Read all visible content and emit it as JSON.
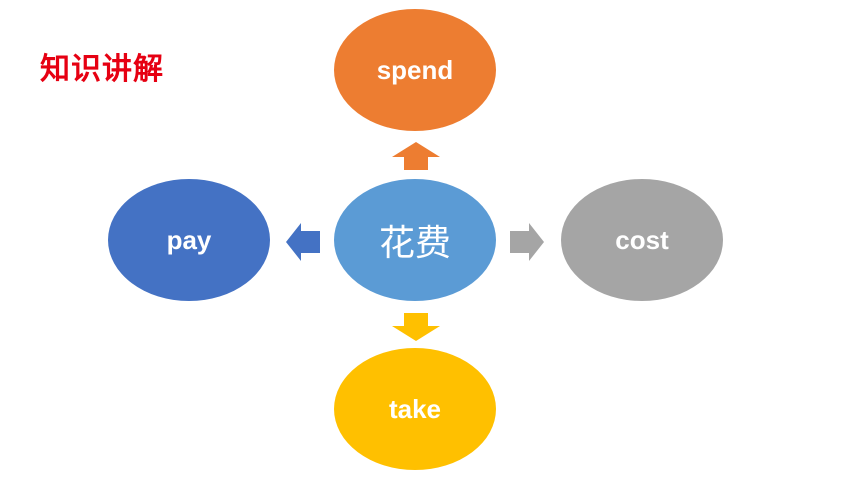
{
  "title": "知识讲解",
  "center": {
    "label": "花费",
    "color": "#5b9bd5"
  },
  "nodes": {
    "top": {
      "label": "spend",
      "color": "#ed7d31"
    },
    "left": {
      "label": "pay",
      "color": "#4472c4"
    },
    "right": {
      "label": "cost",
      "color": "#a5a5a5"
    },
    "bottom": {
      "label": "take",
      "color": "#ffc000"
    }
  },
  "colors": {
    "title": "#e60012",
    "arrow_up": "#ed7d31",
    "arrow_left": "#4472c4",
    "arrow_right": "#a5a5a5",
    "arrow_down": "#ffc000"
  }
}
